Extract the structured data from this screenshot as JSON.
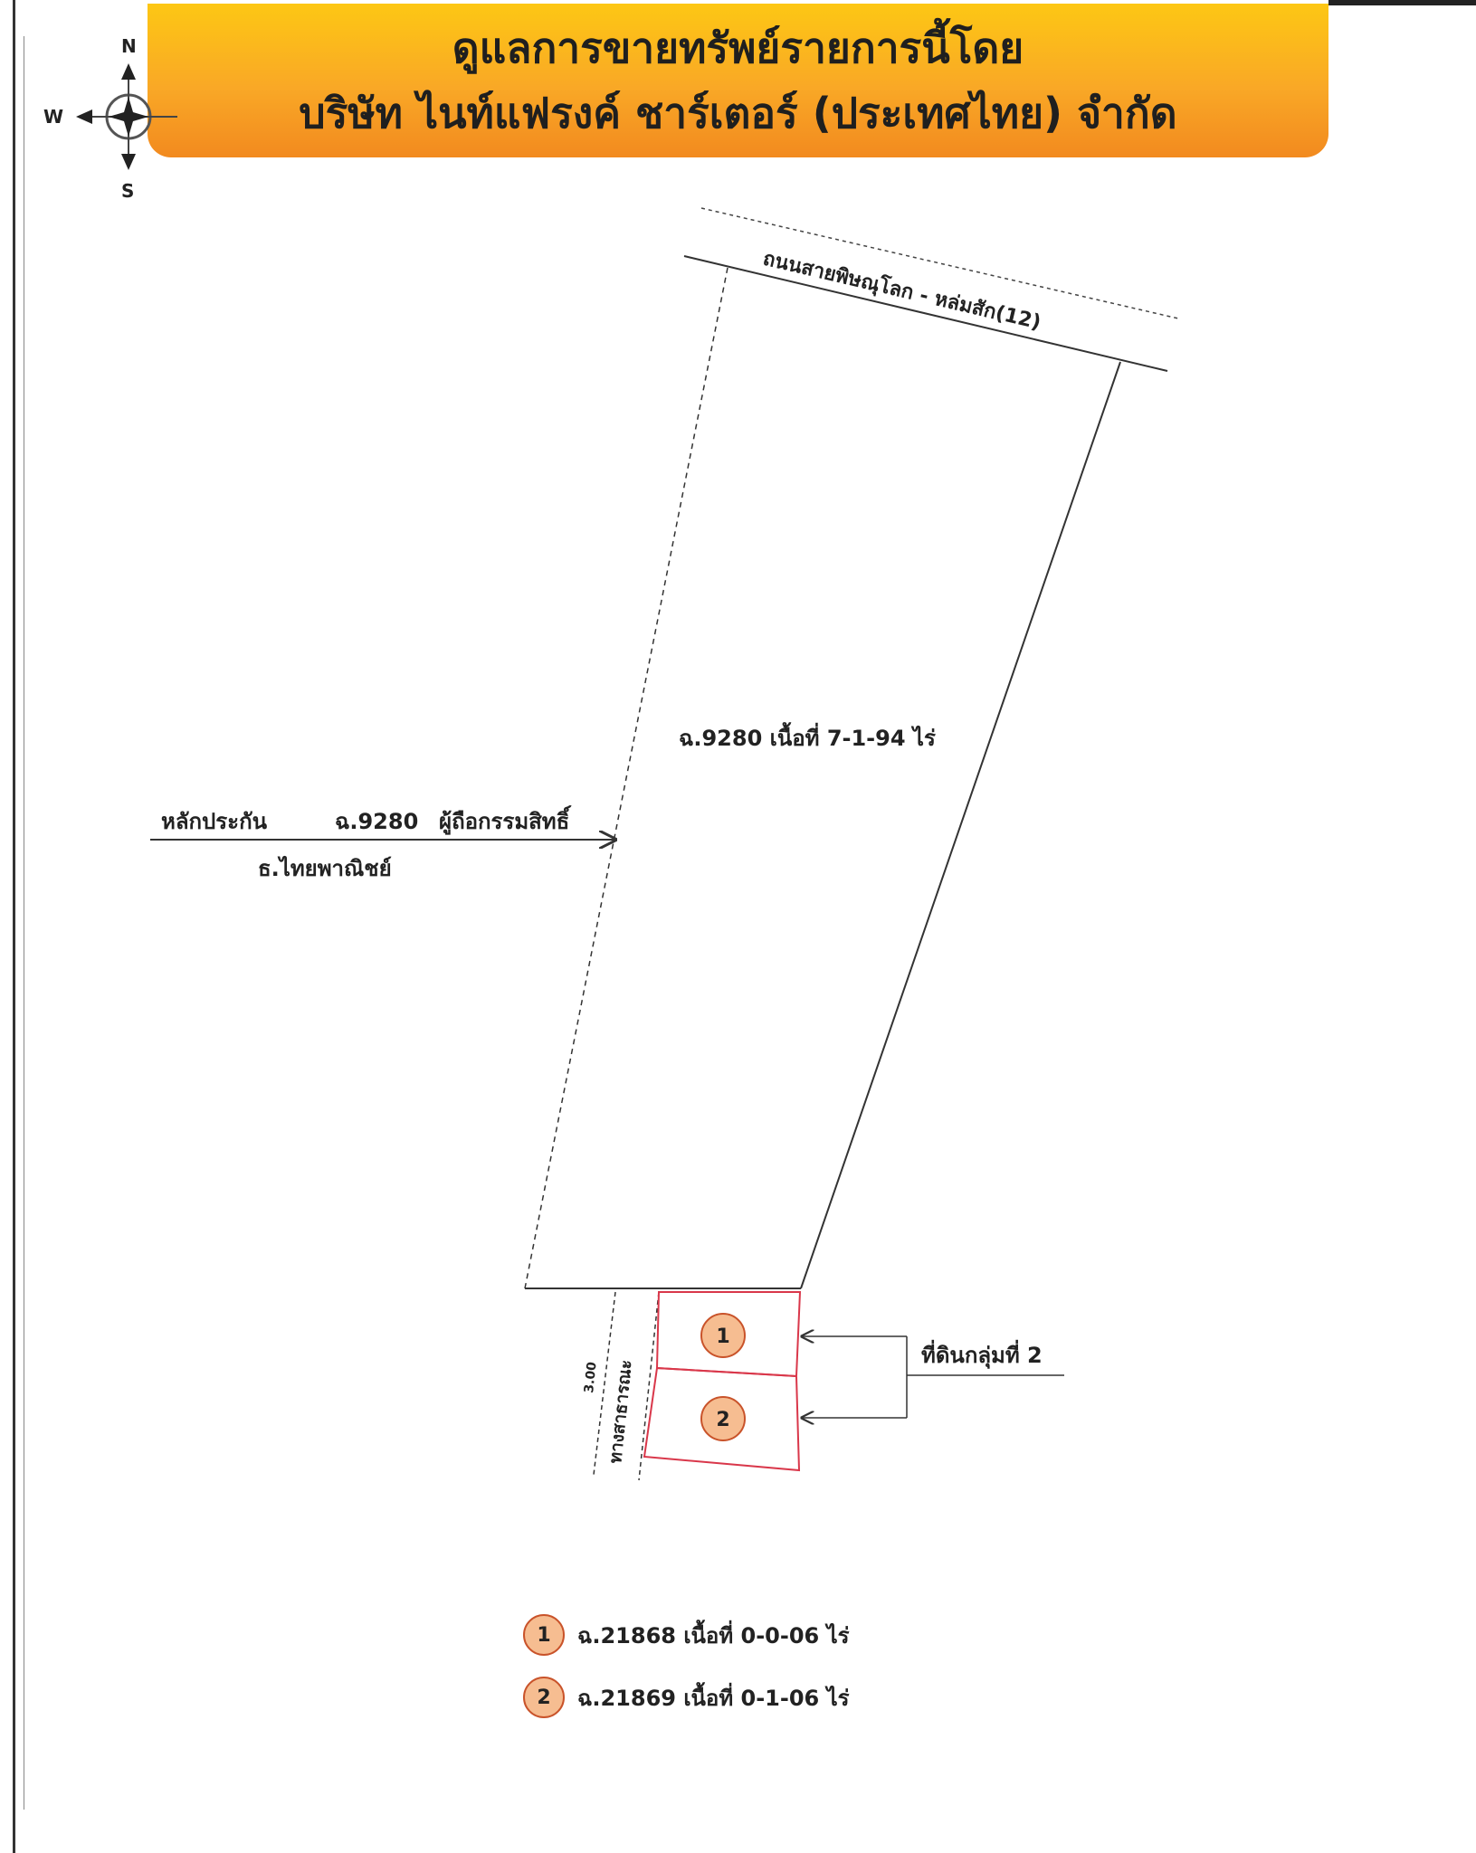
{
  "banner": {
    "line1": "ดูแลการขายทรัพย์รายการนี้โดย",
    "line2": "บริษัท ไนท์แฟรงค์ ชาร์เตอร์ (ประเทศไทย) จำกัด",
    "gradient_top": "#fdc714",
    "gradient_bottom": "#f28a1f"
  },
  "compass": {
    "north": "N",
    "south": "S",
    "west": "W"
  },
  "map": {
    "road_name": "ถนนสายพิษณุโลก - หล่มสัก(12)",
    "main_parcel_label": "ฉ.9280  เนื้อที่ 7-1-94 ไร่",
    "collateral_label": "หลักประกัน",
    "collateral_deed": "ฉ.9280",
    "collateral_holder": "ผู้ถือกรรมสิทธิ์",
    "collateral_bank": "ธ.ไทยพาณิชย์",
    "public_way_label": "ทางสาธารณะ",
    "public_way_width": "3.00",
    "group_label": "ที่ดินกลุ่มที่ 2",
    "parcel_1_number": "1",
    "parcel_2_number": "2",
    "parcel_outline_color": "#d9374a",
    "marker_fill": "#f6bd91",
    "marker_stroke": "#c9532a"
  },
  "legend": [
    {
      "number": "1",
      "text": "ฉ.21868  เนื้อที่ 0-0-06 ไร่"
    },
    {
      "number": "2",
      "text": "ฉ.21869  เนื้อที่ 0-1-06 ไร่"
    }
  ]
}
